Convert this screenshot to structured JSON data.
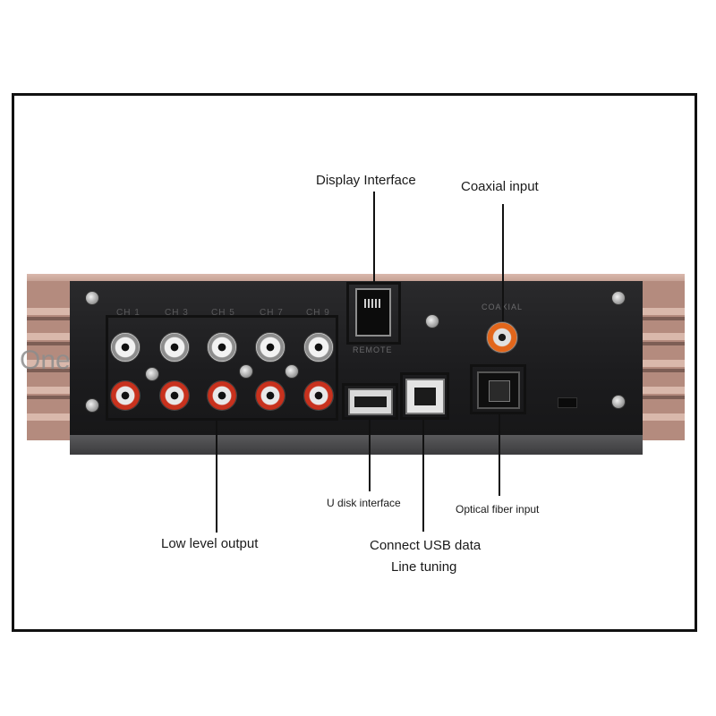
{
  "labels": {
    "display_interface": "Display Interface",
    "coaxial_input": "Coaxial input",
    "low_level_output": "Low level output",
    "u_disk_interface": "U disk interface",
    "connect_usb_data": "Connect USB data",
    "line_tuning": "Line tuning",
    "optical_fiber_input": "Optical fiber input"
  },
  "panel_silkscreen": {
    "channels": [
      "CH 1",
      "CH 3",
      "CH 5",
      "CH 7",
      "CH 9"
    ],
    "coaxial": "COAXIAL",
    "remote": "REMOTE"
  },
  "watermark": "One",
  "colors": {
    "chassis_rose_gold": "#b48b7e",
    "panel_black": "#1c1c1e",
    "rca_red": "#c8321e",
    "coax_orange": "#e2661b",
    "annotation_black": "#111111"
  }
}
